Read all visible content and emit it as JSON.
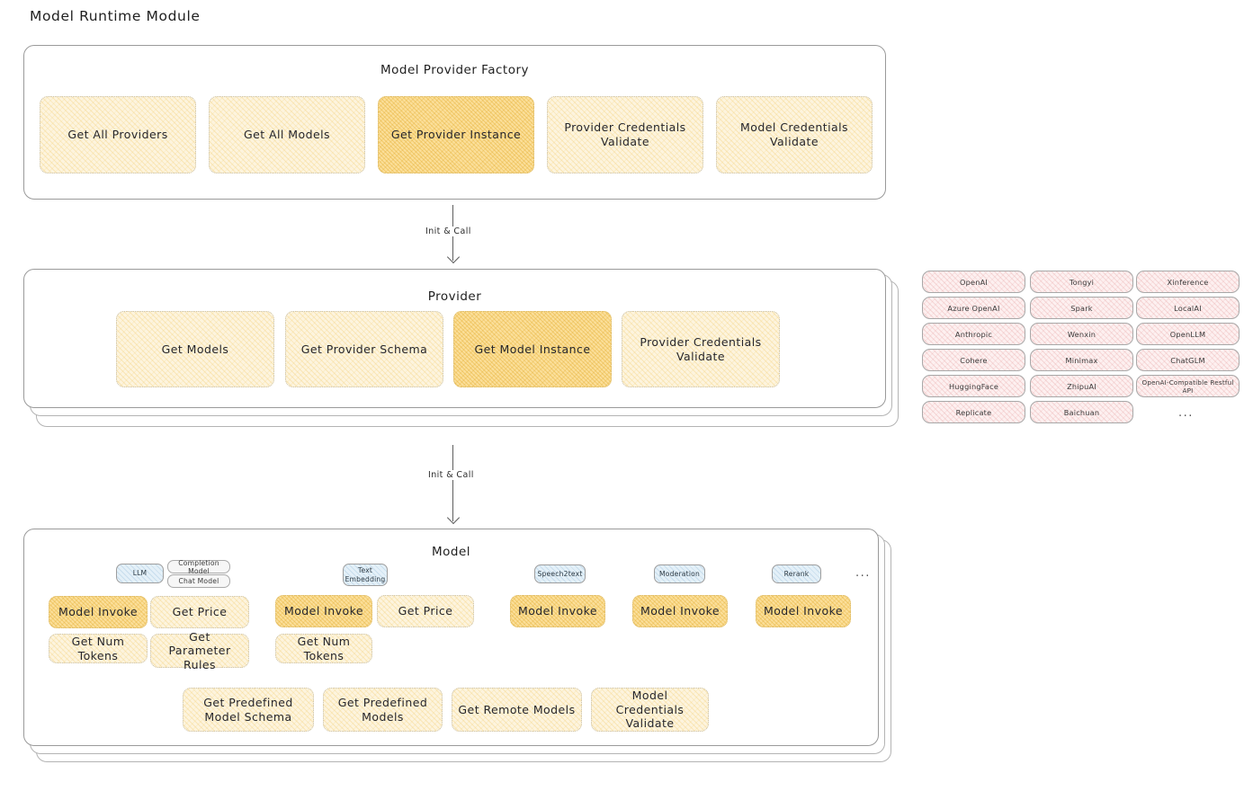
{
  "page": {
    "title": "Model Runtime Module"
  },
  "factory": {
    "title": "Model Provider Factory",
    "nodes": [
      {
        "label": "Get All Providers",
        "highlight": false
      },
      {
        "label": "Get All Models",
        "highlight": false
      },
      {
        "label": "Get Provider Instance",
        "highlight": true
      },
      {
        "label": "Provider Credentials Validate",
        "highlight": false
      },
      {
        "label": "Model Credentials Validate",
        "highlight": false
      }
    ]
  },
  "arrow1": {
    "label": "Init & Call"
  },
  "provider": {
    "title": "Provider",
    "nodes": [
      {
        "label": "Get Models",
        "highlight": false
      },
      {
        "label": "Get Provider Schema",
        "highlight": false
      },
      {
        "label": "Get Model Instance",
        "highlight": true
      },
      {
        "label": "Provider Credentials Validate",
        "highlight": false
      }
    ]
  },
  "arrow2": {
    "label": "Init & Call"
  },
  "provider_list": {
    "columns": [
      {
        "items": [
          "OpenAI",
          "Azure OpenAI",
          "Anthropic",
          "Cohere",
          "HuggingFace",
          "Replicate"
        ]
      },
      {
        "items": [
          "Tongyi",
          "Spark",
          "Wenxin",
          "Minimax",
          "ZhipuAI",
          "Baichuan"
        ]
      },
      {
        "items": [
          "Xinference",
          "LocalAI",
          "OpenLLM",
          "ChatGLM",
          "OpenAI-Compatible Restful API"
        ]
      }
    ],
    "more": "..."
  },
  "model": {
    "title": "Model",
    "more": "...",
    "groups": [
      {
        "badge": "LLM",
        "subbadges": [
          "Completion Model",
          "Chat Model"
        ],
        "nodes": [
          {
            "label": "Model Invoke",
            "highlight": true
          },
          {
            "label": "Get Price",
            "highlight": false
          },
          {
            "label": "Get Num Tokens",
            "highlight": false
          },
          {
            "label": "Get Parameter Rules",
            "highlight": false
          }
        ]
      },
      {
        "badge": "Text Embedding",
        "subbadges": [],
        "nodes": [
          {
            "label": "Model Invoke",
            "highlight": true
          },
          {
            "label": "Get Price",
            "highlight": false
          },
          {
            "label": "Get Num Tokens",
            "highlight": false
          }
        ]
      },
      {
        "badge": "Speech2text",
        "subbadges": [],
        "nodes": [
          {
            "label": "Model Invoke",
            "highlight": true
          }
        ]
      },
      {
        "badge": "Moderation",
        "subbadges": [],
        "nodes": [
          {
            "label": "Model Invoke",
            "highlight": true
          }
        ]
      },
      {
        "badge": "Rerank",
        "subbadges": [],
        "nodes": [
          {
            "label": "Model Invoke",
            "highlight": true
          }
        ]
      }
    ],
    "common_nodes": [
      {
        "label": "Get Predefined Model Schema"
      },
      {
        "label": "Get Predefined Models"
      },
      {
        "label": "Get Remote Models"
      },
      {
        "label": "Model Credentials Validate"
      }
    ]
  },
  "colors": {
    "cream_fill": "#fdf4de",
    "amber_fill": "#fbdf9a",
    "pink_fill": "#fdf0f0",
    "blue_fill": "#e4f0f8",
    "card_border": "#9a9a9a",
    "text": "#26262b"
  }
}
